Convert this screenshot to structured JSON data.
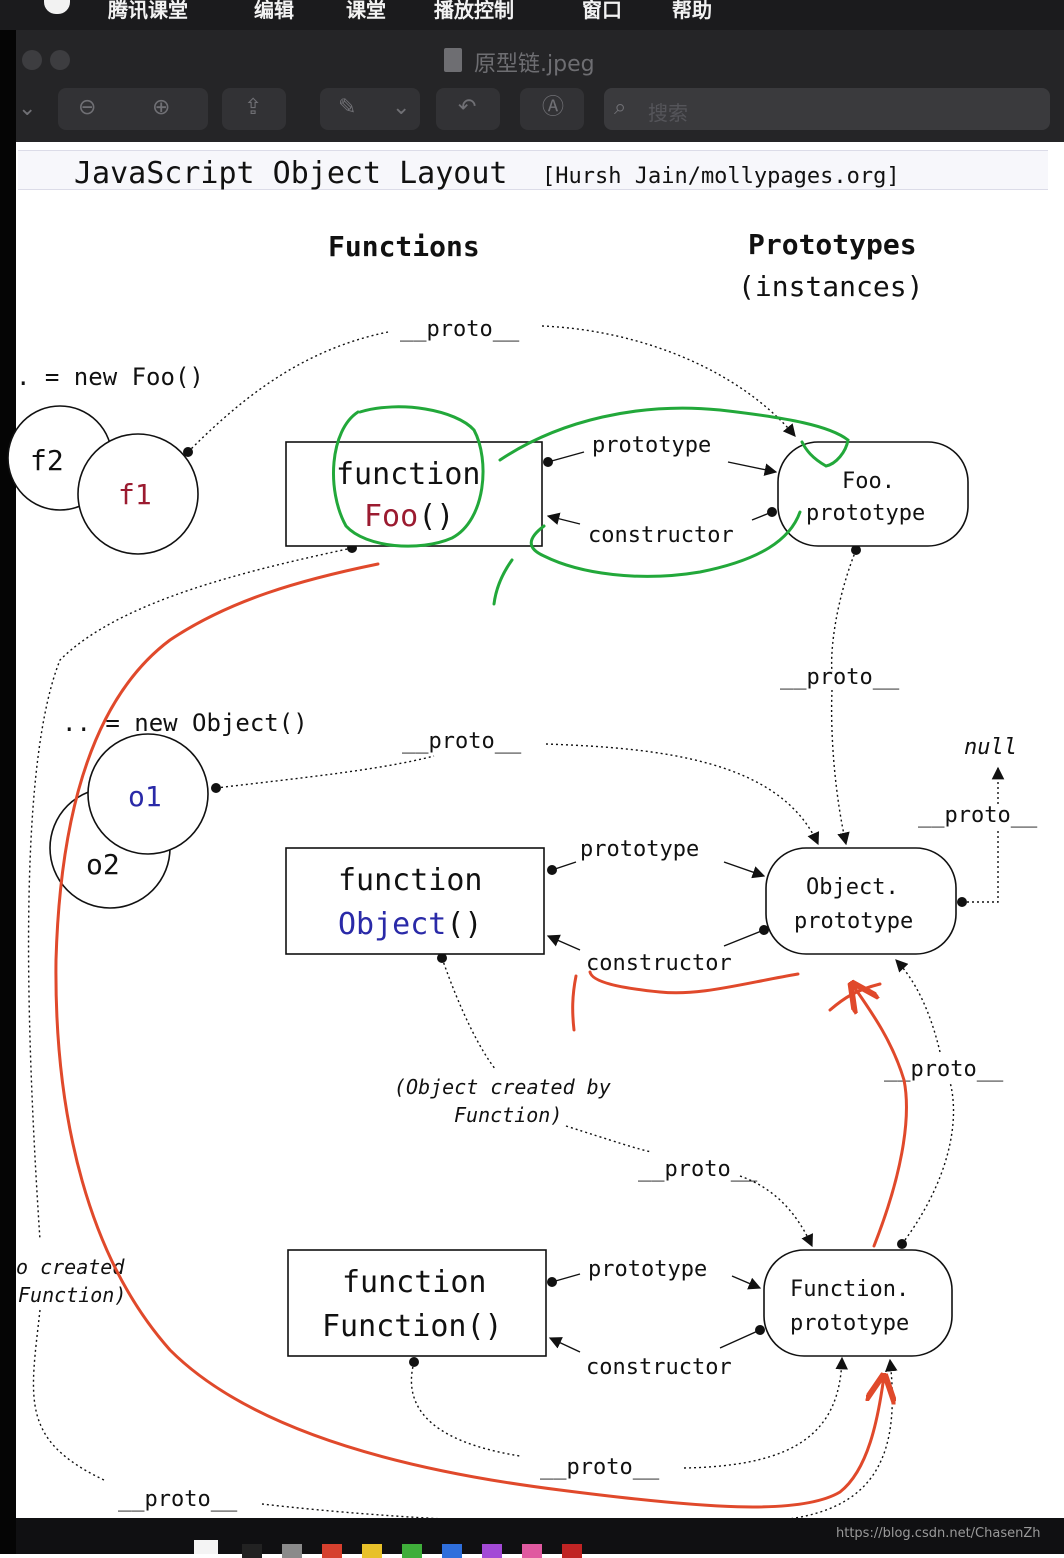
{
  "menubar": {
    "items": [
      "腾讯课堂",
      "编辑",
      "课堂",
      "播放控制",
      "窗口",
      "帮助"
    ]
  },
  "window": {
    "title": "原型链.jpeg"
  },
  "toolbar": {
    "search_placeholder": "搜索"
  },
  "diagram": {
    "header": {
      "title": "JavaScript Object Layout",
      "credit": "[Hursh Jain/mollypages.org]"
    },
    "columns": {
      "functions": "Functions",
      "prototypes_line1": "Prototypes",
      "prototypes_line2": "(instances)"
    },
    "expressions": {
      "new_foo": ". = new Foo()",
      "new_object": ".. = new Object()"
    },
    "instances": {
      "f1": "f1",
      "f2": "f2",
      "o1": "o1",
      "o2": "o2"
    },
    "boxes": {
      "foo": {
        "line1": "function",
        "line2_name": "Foo",
        "line2_parens": "()"
      },
      "object": {
        "line1": "function",
        "line2_name": "Object",
        "line2_parens": "()"
      },
      "function": {
        "line1": "function",
        "line2": "Function()"
      }
    },
    "prototypes": {
      "foo": {
        "line1": "Foo.",
        "line2": "prototype"
      },
      "object": {
        "line1": "Object.",
        "line2": "prototype"
      },
      "function": {
        "line1": "Function.",
        "line2": "prototype"
      }
    },
    "link_labels": {
      "proto": "__proto__",
      "prototype": "prototype",
      "constructor": "constructor"
    },
    "null_label": "null",
    "notes": {
      "object_created_line1": "(Object created by",
      "object_created_line2": "Function)",
      "foo_created_line1": "o created",
      "foo_created_line2": "Function)"
    },
    "colors": {
      "name_red": "#9b1b30",
      "name_blue": "#2a2aa8",
      "annotation_green": "#22a83a",
      "annotation_red": "#e0492b"
    }
  },
  "watermark": "https://blog.csdn.net/ChasenZh"
}
